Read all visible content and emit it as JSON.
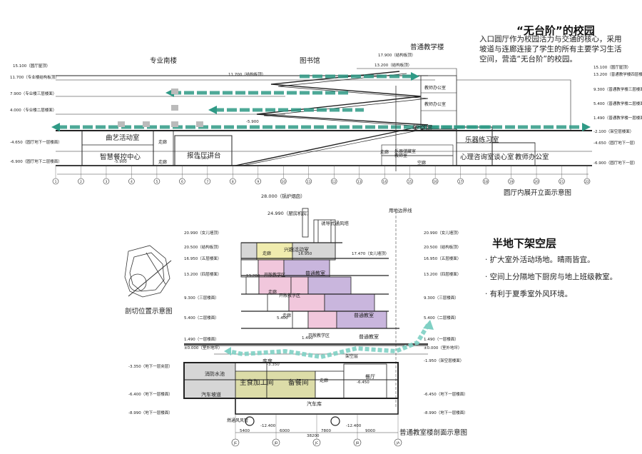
{
  "top_section": {
    "title": "“无台阶”的校园",
    "description": "入口圆厅作为校园活力与交通的核心，采用坡道与连廊连接了学生的所有主要学习生活空间，营造“无台阶”的校园。",
    "caption": "圆厅内展开立面示意图",
    "building_labels": [
      "专业南楼",
      "图书馆",
      "普通教学楼"
    ],
    "room_labels": [
      "曲艺活动室",
      "智慧餐控中心",
      "走廊",
      "走廊",
      "报告厅讲台",
      "教师办公室",
      "教师办公室",
      "架空层",
      "乐器练习室",
      "乐器储藏室",
      "教师室",
      "走廊",
      "空廊",
      "心理咨询室",
      "谈心室",
      "教师办公室"
    ],
    "left_levels": [
      "15.100（圆厅屋顶）",
      "11.700（专业楼结构板顶）",
      "7.900（专业楼三层楼面）",
      "4.000（专业楼二层楼面）",
      "-4.650（圆厅地下一层楼面）",
      "-6.900（圆厅地下二层楼面）"
    ],
    "right_levels": [
      "15.100（圆厅屋顶）",
      "13.200（普通教学楼四层楼板）",
      "9.300（普通教学楼三层楼面）",
      "5.400（普通教学楼二层楼面）",
      "1.490（普通教学楼一层楼面）",
      "-2.100（架空层楼面）",
      "-4.650（圆厅地下一层）",
      "-6.900（圆厅地下一层）"
    ],
    "inline_levels": [
      "11.700（结构板顶）",
      "17.900（结构板顶）",
      "13.200（结构板顶）",
      "-5.900",
      "-5.300",
      "-5.900"
    ],
    "axis_numbers": [
      "1",
      "2",
      "3",
      "4",
      "5",
      "6",
      "7",
      "8",
      "9",
      "10",
      "11",
      "12",
      "13",
      "14",
      "15",
      "16",
      "17",
      "18",
      "19",
      "20",
      "21",
      "22"
    ]
  },
  "bottom_section": {
    "caption": "普通教室楼剖面示意图",
    "key_plan_caption": "剖切位置示意图",
    "heading": "半地下架空层",
    "bullets": [
      "· 扩大室外活动场地。晴雨皆宜。",
      "· 空间上分隔地下厨房与地上班级教室。",
      "· 有利于夏季室外风环境。"
    ],
    "top_elevations": [
      "28.000（锅炉烟囱）",
      "24.990（厨房机房）",
      "诱导式通风塔",
      "用地边界线"
    ],
    "left_levels": [
      "20.990（女儿墙顶）",
      "20.500（结构板顶）",
      "16.950（五层楼面）",
      "13.200（四层楼面）",
      "9.300（三层楼面）",
      "5.400（二层楼面）",
      "1.490（一层楼面）",
      "±0.000（室外地坪）",
      "-3.350（地下一层夹层）",
      "-6.400（地下一层楼面）",
      "-8.990（地下一层楼面）"
    ],
    "right_levels": [
      "20.990（女儿墙顶）",
      "20.500（结构板顶）",
      "16.950（五层楼面）",
      "13.200（四层楼面）",
      "9.300（三层楼面）",
      "5.400（二层楼面）",
      "1.490（一层楼面）",
      "±0.000（室外地坪）",
      "-1.950（架空层楼面）",
      "-6.450（地下一层楼面）",
      "-8.990（地下一层楼面）"
    ],
    "room_labels": [
      "兴趣活动室",
      "走廊",
      "开敞教学区",
      "普通教室",
      "走廊",
      "开敞教学区",
      "走廊",
      "普通教室",
      "开敞教学区",
      "普通教室",
      "架空层",
      "消防水池",
      "库房",
      "主食加工间",
      "备餐间",
      "走廊",
      "餐厅",
      "汽车坡道",
      "汽车库",
      "燃通风风管"
    ],
    "inline_levels": [
      "17.470（女儿墙顶）",
      "16.950",
      "13.200",
      "5.400",
      "1.490",
      "-3.350",
      "-6.450",
      "-12.400",
      "-12.400"
    ],
    "dimensions": [
      "5400",
      "6000",
      "7800",
      "9000",
      "38200"
    ],
    "axis_labels": [
      "JE",
      "JD",
      "JC",
      "JB",
      "JA"
    ]
  },
  "colors": {
    "ramp_arrow": "#2f9a86",
    "ramp_arrow_light": "#7fd0c4",
    "room_yellow": "#f0ecae",
    "room_pink": "#f1c7dc",
    "room_purple": "#c9b6dd",
    "room_olive": "#dcdca8",
    "room_gray": "#d6d6d6",
    "line_dark": "#222222"
  }
}
